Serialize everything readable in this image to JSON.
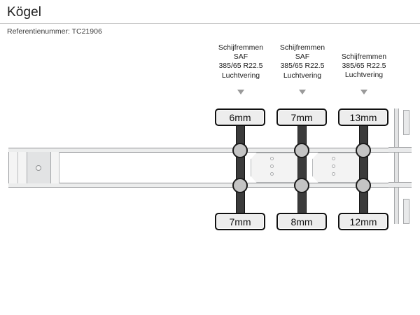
{
  "header": {
    "brand_title": "Kögel",
    "reference_label": "Referentienummer:",
    "reference_value": "TC21906",
    "reference_line": "Referentienummer: TC21906"
  },
  "diagram": {
    "vehicle_type": "semi-trailer-side-view",
    "axle_count": 3,
    "axles": [
      {
        "index": 1,
        "spec_lines": [
          "Schijfremmen",
          "SAF",
          "385/65 R22.5",
          "Luchtvering"
        ],
        "brake_type": "Schijfremmen",
        "brand": "SAF",
        "tyre_size": "385/65 R22.5",
        "suspension": "Luchtvering",
        "tread_top": "6mm",
        "tread_bottom": "7mm",
        "marker_icon": "triangle-down-icon"
      },
      {
        "index": 2,
        "spec_lines": [
          "Schijfremmen",
          "SAF",
          "385/65 R22.5",
          "Luchtvering"
        ],
        "brake_type": "Schijfremmen",
        "brand": "SAF",
        "tyre_size": "385/65 R22.5",
        "suspension": "Luchtvering",
        "tread_top": "7mm",
        "tread_bottom": "8mm",
        "marker_icon": "triangle-down-icon"
      },
      {
        "index": 3,
        "spec_lines": [
          "Schijfremmen",
          "385/65 R22.5",
          "Luchtvering"
        ],
        "brake_type": "Schijfremmen",
        "brand": "",
        "tyre_size": "385/65 R22.5",
        "suspension": "Luchtvering",
        "tread_top": "13mm",
        "tread_bottom": "12mm",
        "marker_icon": "triangle-down-icon"
      }
    ]
  },
  "colors": {
    "page_background": "#ffffff",
    "text_primary": "#1f1f1f",
    "text_secondary": "#3a3a3a",
    "divider": "#c9c9c9",
    "axle_dark": "#3b3b3b",
    "hub_fill": "#c4c4c4",
    "badge_fill": "#ededed",
    "badge_border": "#111111",
    "chassis_fill": "#eceded",
    "chassis_stroke": "#8f9193",
    "marker_arrow": "#9a9a9a"
  }
}
